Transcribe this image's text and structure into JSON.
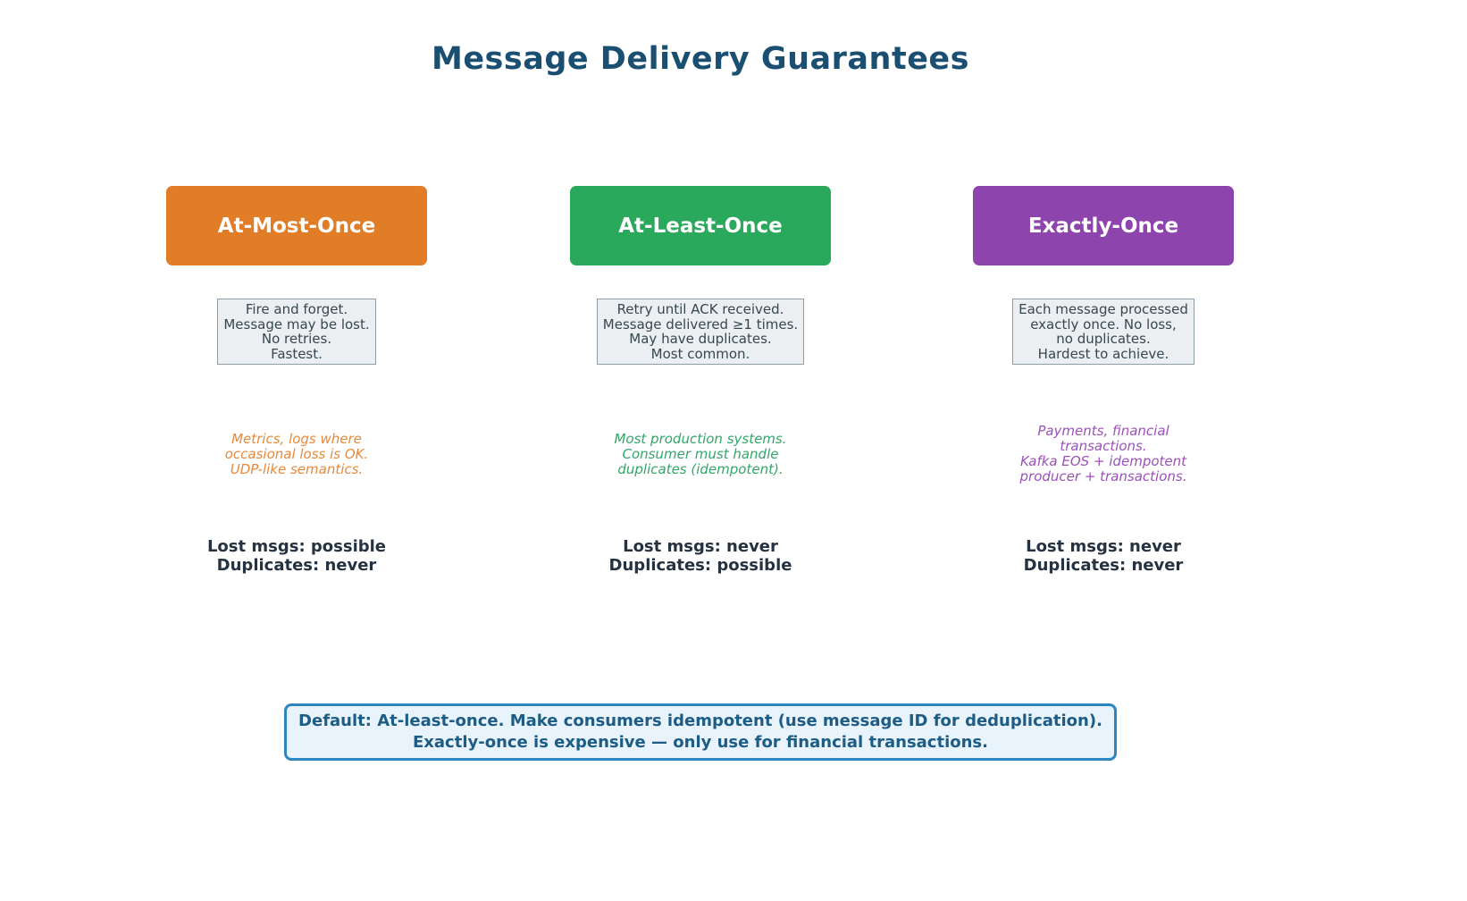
{
  "title": "Message Delivery Guarantees",
  "colors": {
    "title": "#1b4f72",
    "desc_bg": "#eceff1",
    "desc_border": "#8d9ca5",
    "desc_text": "#37474f",
    "stats_text": "#253241",
    "note_bg": "#e9f3fb",
    "note_border": "#2e86c1",
    "note_text": "#1d5c85"
  },
  "columns": [
    {
      "header": "At-Most-Once",
      "header_bg": "#e07d26",
      "description": "Fire and forget.\nMessage may be lost.\nNo retries.\nFastest.",
      "use_case": "Metrics, logs where\noccasional loss is OK.\nUDP-like semantics.",
      "use_case_color": "#e6893b",
      "stats": "Lost msgs: possible\nDuplicates: never"
    },
    {
      "header": "At-Least-Once",
      "header_bg": "#2aa85c",
      "description": "Retry until ACK received.\nMessage delivered ≥1 times.\nMay have duplicates.\nMost common.",
      "use_case": "Most production systems.\nConsumer must handle\nduplicates (idempotent).",
      "use_case_color": "#33a667",
      "stats": "Lost msgs: never\nDuplicates: possible"
    },
    {
      "header": "Exactly-Once",
      "header_bg": "#8e44ad",
      "description": "Each message processed\nexactly once. No loss,\nno duplicates.\nHardest to achieve.",
      "use_case": "Payments, financial\ntransactions.\nKafka EOS + idempotent\nproducer + transactions.",
      "use_case_color": "#9b51b8",
      "stats": "Lost msgs: never\nDuplicates: never"
    }
  ],
  "note": "Default: At-least-once. Make consumers idempotent (use message ID for deduplication).\nExactly-once is expensive — only use for financial transactions."
}
